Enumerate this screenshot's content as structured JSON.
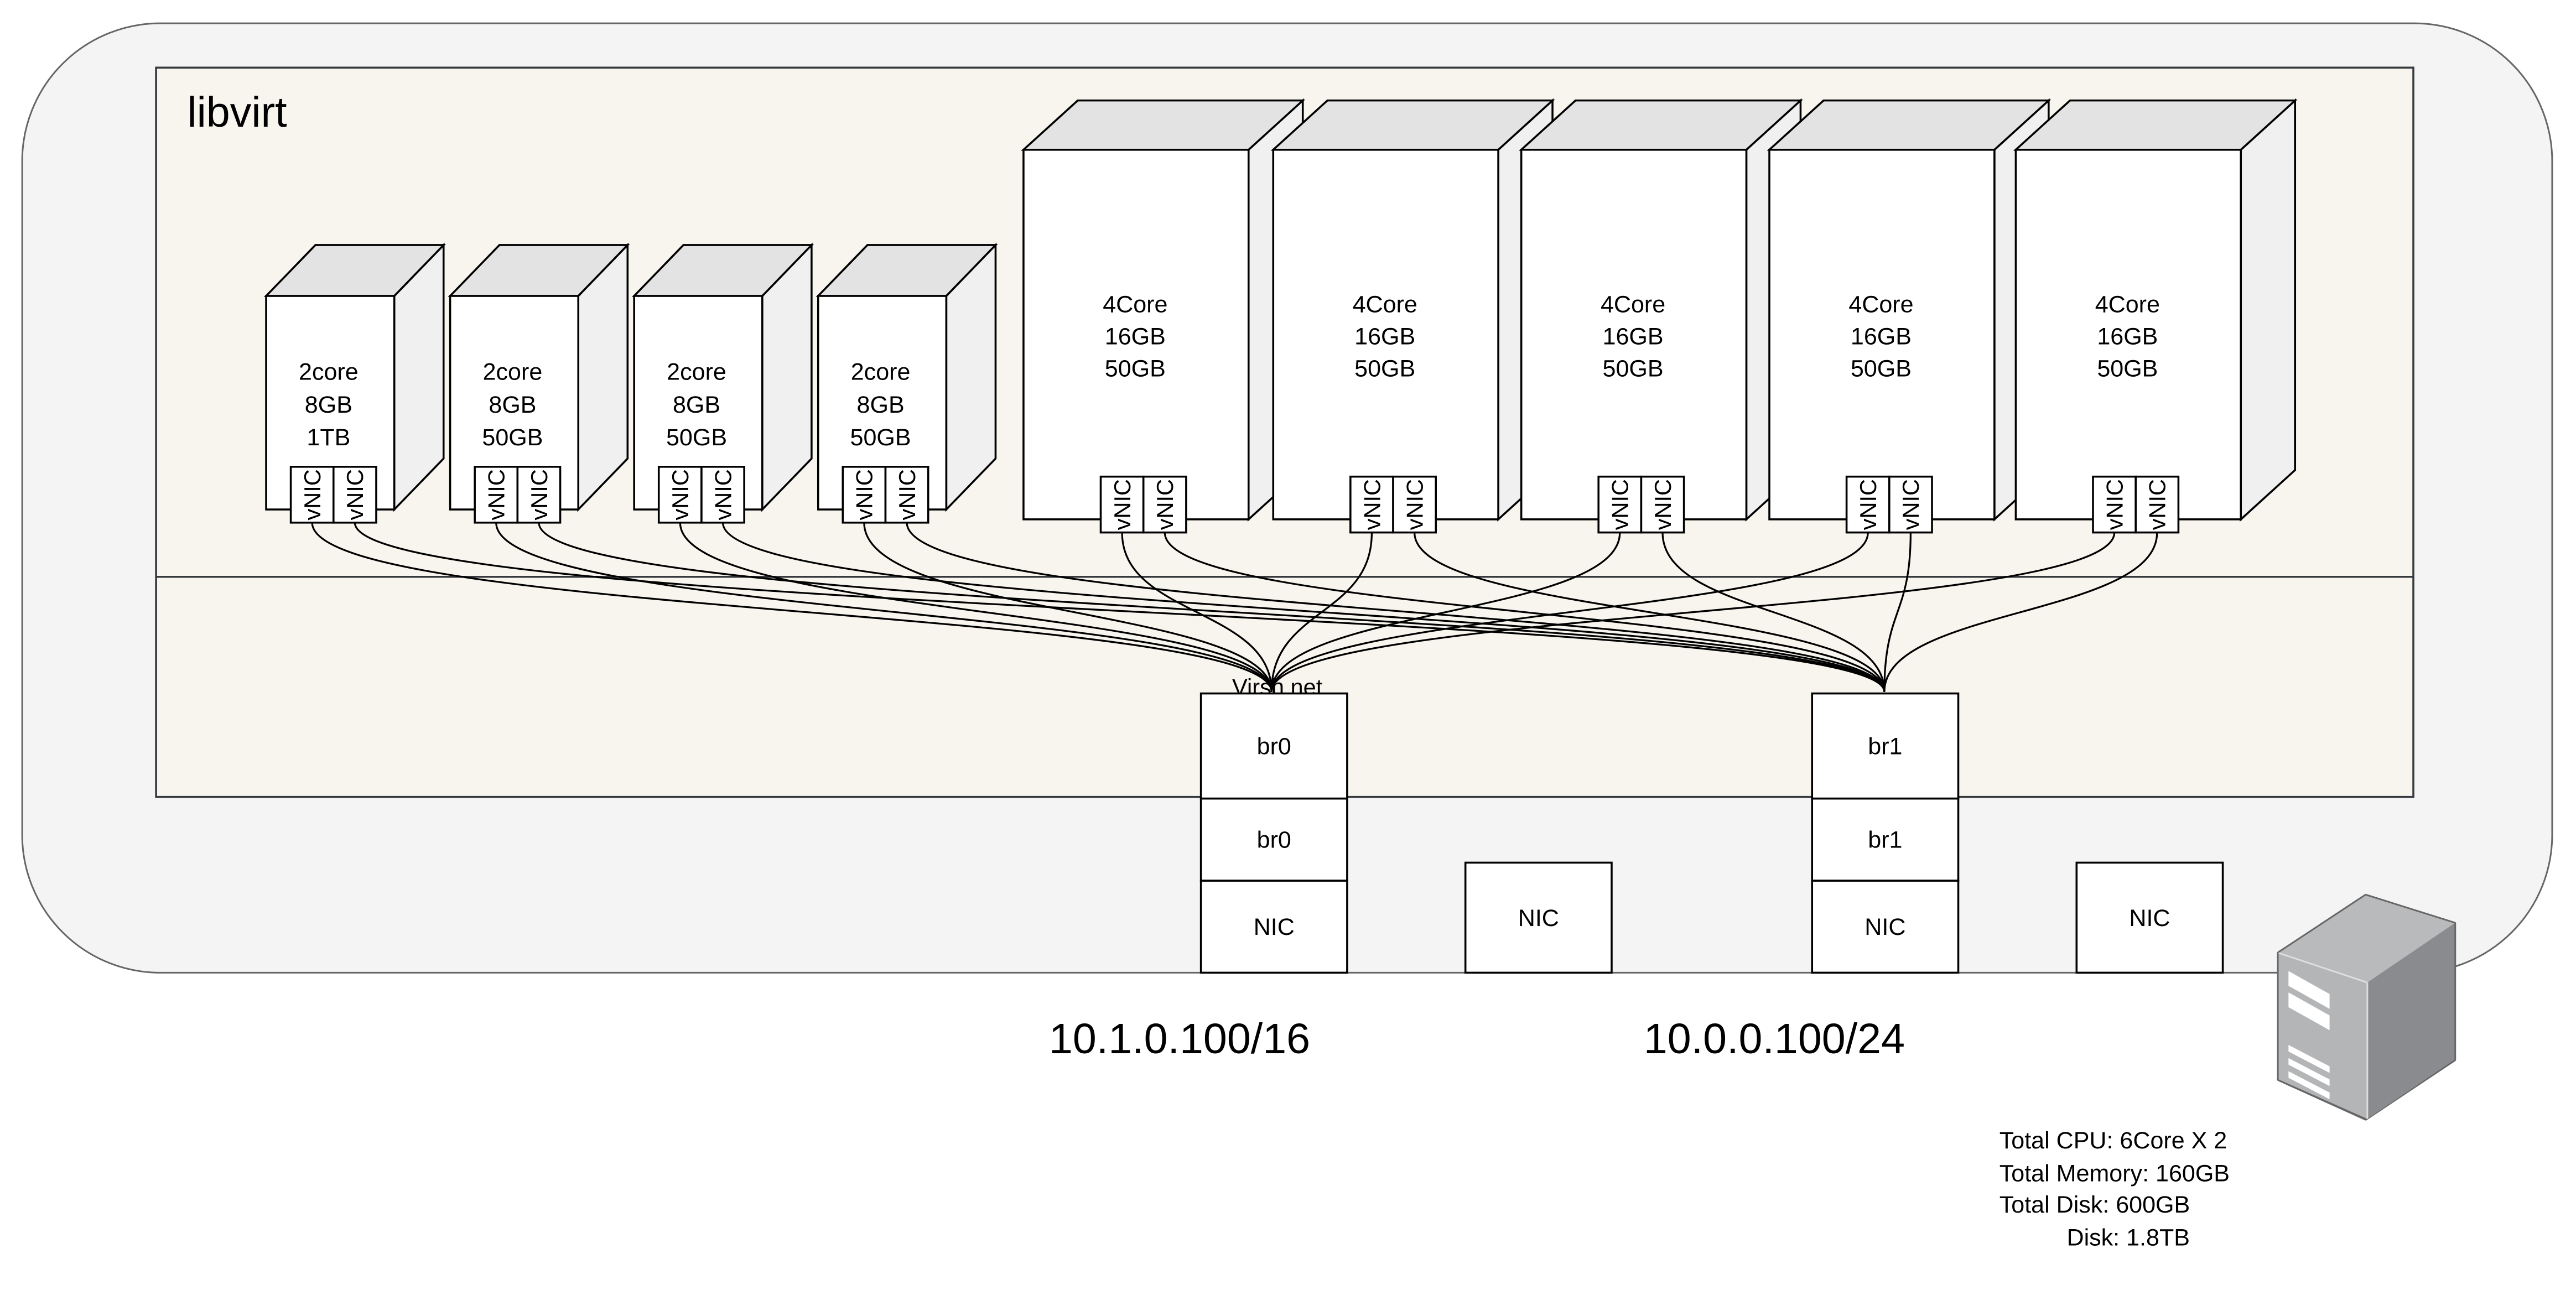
{
  "host": {
    "container_label": "libvirt",
    "virsh_net_label": "Virsh net",
    "specs": [
      "Total CPU: 6Core X 2",
      "Total Memory: 160GB",
      "Total Disk: 600GB",
      "        Disk: 1.8TB"
    ],
    "icon": "server-tower-icon"
  },
  "small_vms": [
    {
      "lines": [
        "2core",
        "8GB",
        "1TB"
      ],
      "vnics": [
        "vNIC",
        "vNIC"
      ]
    },
    {
      "lines": [
        "2core",
        "8GB",
        "50GB"
      ],
      "vnics": [
        "vNIC",
        "vNIC"
      ]
    },
    {
      "lines": [
        "2core",
        "8GB",
        "50GB"
      ],
      "vnics": [
        "vNIC",
        "vNIC"
      ]
    },
    {
      "lines": [
        "2core",
        "8GB",
        "50GB"
      ],
      "vnics": [
        "vNIC",
        "vNIC"
      ]
    }
  ],
  "large_vms": [
    {
      "lines": [
        "4Core",
        "16GB",
        "50GB"
      ],
      "vnics": [
        "vNIC",
        "vNIC"
      ]
    },
    {
      "lines": [
        "4Core",
        "16GB",
        "50GB"
      ],
      "vnics": [
        "vNIC",
        "vNIC"
      ]
    },
    {
      "lines": [
        "4Core",
        "16GB",
        "50GB"
      ],
      "vnics": [
        "vNIC",
        "vNIC"
      ]
    },
    {
      "lines": [
        "4Core",
        "16GB",
        "50GB"
      ],
      "vnics": [
        "vNIC",
        "vNIC"
      ]
    },
    {
      "lines": [
        "4Core",
        "16GB",
        "50GB"
      ],
      "vnics": [
        "vNIC",
        "vNIC"
      ]
    }
  ],
  "stacks": [
    {
      "virtual_bridge": "br0",
      "host_bridge": "br0",
      "nic": "NIC",
      "ip": "10.1.0.100/16"
    },
    {
      "nic": "NIC"
    },
    {
      "virtual_bridge": "br1",
      "host_bridge": "br1",
      "nic": "NIC",
      "ip": "10.0.0.100/24"
    },
    {
      "nic": "NIC"
    }
  ],
  "colors": {
    "host_fill": "#f4f4f4",
    "host_stroke": "#666666",
    "libvirt_fill": "#f7f5ee",
    "libvirt_stroke": "#36393d",
    "vm_front": "#ffffff",
    "vm_top": "#e3e3e3",
    "vm_side": "#f0f0f0"
  }
}
